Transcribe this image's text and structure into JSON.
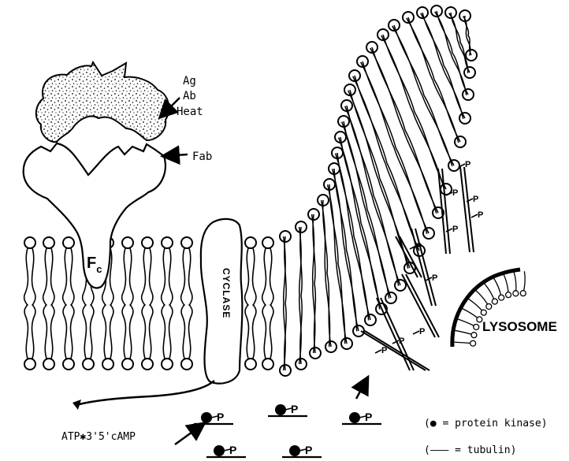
{
  "labels": {
    "ag": "Ag",
    "ab": "Ab",
    "heat": "Heat",
    "fab": "Fab",
    "fc_main": "F",
    "fc_sub": "c",
    "cyclase": "CYCLASE",
    "lysosome": "LYSOSOME",
    "reaction": "ATP✱3'5'cAMP",
    "reaction_left": "ATP",
    "reaction_right": "3'5'cAMP",
    "phospho": "P",
    "legend_kinase": "(● = protein kinase)",
    "legend_tubulin": "(——— = tubulin)"
  },
  "colors": {
    "ink": "#000000",
    "paper": "#ffffff"
  }
}
